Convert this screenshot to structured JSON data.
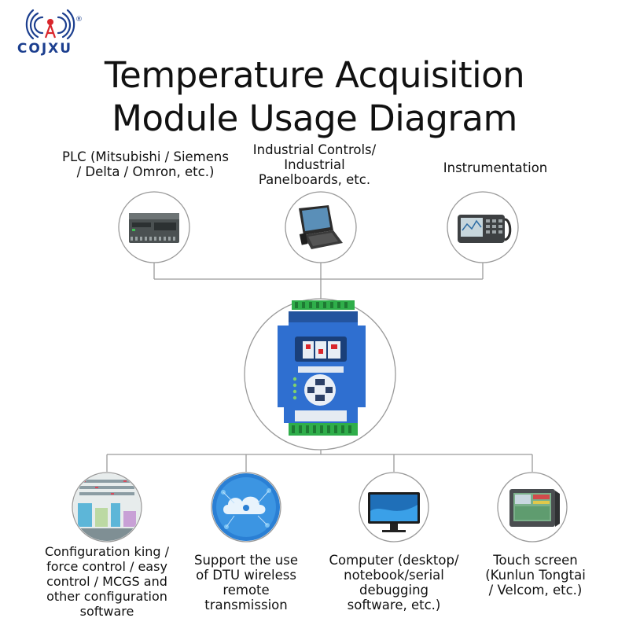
{
  "brand": {
    "name": "COJXU",
    "registered_mark": "®"
  },
  "colors": {
    "brand_blue": "#1c3f8f",
    "brand_red": "#d9262c",
    "line_gray": "#9a9a9a",
    "module_blue": "#2f6fd0",
    "terminal_green": "#2fae4a"
  },
  "title": {
    "line1": "Temperature Acquisition",
    "line2": "Module Usage Diagram"
  },
  "center": {
    "icon": "temperature-module-icon"
  },
  "top_nodes": [
    {
      "icon": "plc-icon",
      "label": [
        "PLC (Mitsubishi / Siemens",
        "/ Delta / Omron, etc.)"
      ]
    },
    {
      "icon": "industrial-laptop-icon",
      "label": [
        "Industrial Controls/",
        "Industrial",
        "Panelboards, etc."
      ]
    },
    {
      "icon": "instrument-icon",
      "label": [
        "Instrumentation"
      ]
    }
  ],
  "bottom_nodes": [
    {
      "icon": "scada-screen-icon",
      "label": [
        "Configuration king /",
        "force control / easy",
        "control / MCGS and",
        "other configuration",
        "software"
      ]
    },
    {
      "icon": "cloud-dtu-icon",
      "label": [
        "Support the use",
        "of DTU wireless",
        "remote",
        "transmission"
      ]
    },
    {
      "icon": "monitor-icon",
      "label": [
        "Computer (desktop/",
        "notebook/serial",
        "debugging",
        "software, etc.)"
      ]
    },
    {
      "icon": "touch-screen-icon",
      "label": [
        "Touch screen",
        "(Kunlun Tongtai",
        "/ Velcom, etc.)"
      ]
    }
  ]
}
